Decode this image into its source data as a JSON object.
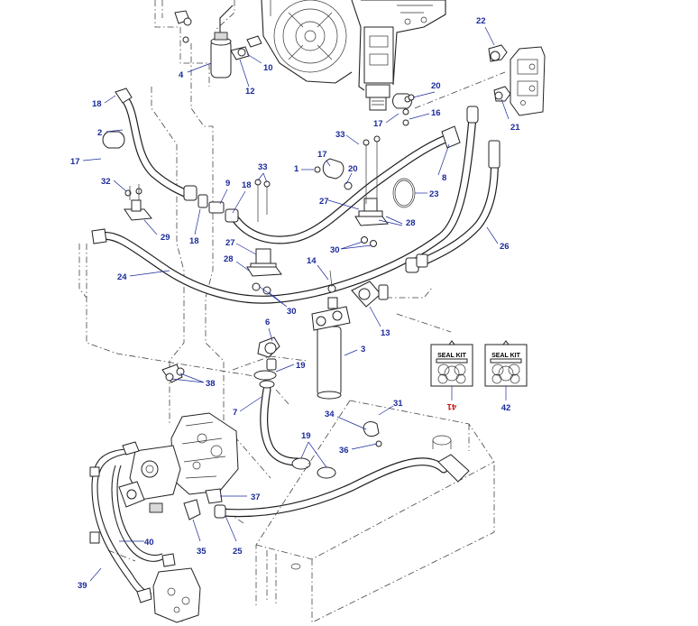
{
  "callouts": [
    {
      "id": "c4",
      "text": "4"
    },
    {
      "id": "c10",
      "text": "10"
    },
    {
      "id": "c12",
      "text": "12"
    },
    {
      "id": "c22",
      "text": "22"
    },
    {
      "id": "c18a",
      "text": "18"
    },
    {
      "id": "c2",
      "text": "2"
    },
    {
      "id": "c17a",
      "text": "17"
    },
    {
      "id": "c32",
      "text": "32"
    },
    {
      "id": "c20a",
      "text": "20"
    },
    {
      "id": "c16",
      "text": "16"
    },
    {
      "id": "c17b",
      "text": "17"
    },
    {
      "id": "c21",
      "text": "21"
    },
    {
      "id": "c33a",
      "text": "33"
    },
    {
      "id": "c17c",
      "text": "17"
    },
    {
      "id": "c1",
      "text": "1"
    },
    {
      "id": "c20b",
      "text": "20"
    },
    {
      "id": "c8",
      "text": "8"
    },
    {
      "id": "c23",
      "text": "23"
    },
    {
      "id": "c9",
      "text": "9"
    },
    {
      "id": "c18b",
      "text": "18"
    },
    {
      "id": "c33b",
      "text": "33"
    },
    {
      "id": "c27a",
      "text": "27"
    },
    {
      "id": "c28a",
      "text": "28"
    },
    {
      "id": "c18c",
      "text": "18"
    },
    {
      "id": "c29",
      "text": "29"
    },
    {
      "id": "c27b",
      "text": "27"
    },
    {
      "id": "c30a",
      "text": "30"
    },
    {
      "id": "c26",
      "text": "26"
    },
    {
      "id": "c28b",
      "text": "28"
    },
    {
      "id": "c14",
      "text": "14"
    },
    {
      "id": "c24",
      "text": "24"
    },
    {
      "id": "c30b",
      "text": "30"
    },
    {
      "id": "c13",
      "text": "13"
    },
    {
      "id": "c6",
      "text": "6"
    },
    {
      "id": "c3",
      "text": "3"
    },
    {
      "id": "c19a",
      "text": "19"
    },
    {
      "id": "c38",
      "text": "38"
    },
    {
      "id": "c7",
      "text": "7"
    },
    {
      "id": "c34",
      "text": "34"
    },
    {
      "id": "c31",
      "text": "31"
    },
    {
      "id": "c19b",
      "text": "19"
    },
    {
      "id": "c36",
      "text": "36"
    },
    {
      "id": "c37",
      "text": "37"
    },
    {
      "id": "c40",
      "text": "40"
    },
    {
      "id": "c35",
      "text": "35"
    },
    {
      "id": "c25",
      "text": "25"
    },
    {
      "id": "c39",
      "text": "39"
    },
    {
      "id": "c42",
      "text": "42"
    }
  ],
  "seal_kits": [
    {
      "id": "kit41",
      "title": "SEAL KIT",
      "number": "41",
      "number_color": "#cc1111"
    },
    {
      "id": "kit42",
      "title": "SEAL KIT",
      "number": "42",
      "number_color": "#1a2a9a"
    }
  ]
}
